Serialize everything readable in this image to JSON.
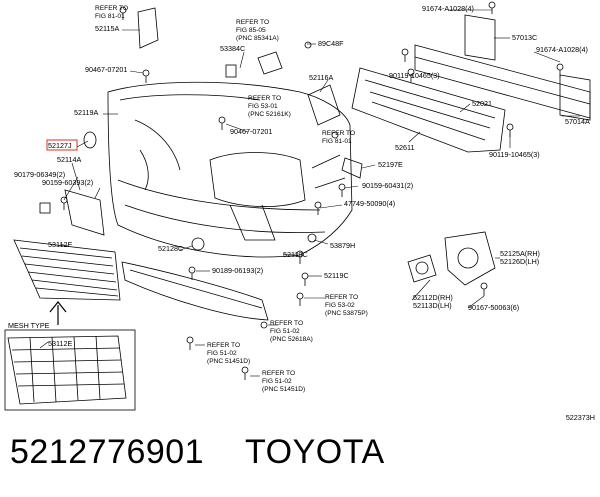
{
  "footer": {
    "part_number": "5212776901",
    "brand": "TOYOTA"
  },
  "diagram_id": "522373H",
  "callouts": [
    {
      "id": "c1",
      "lines": [
        "REFER TO",
        "FIG 81-01"
      ]
    },
    {
      "id": "c2",
      "lines": [
        "52115A"
      ]
    },
    {
      "id": "c3",
      "lines": [
        "REFER TO",
        "FIG 85-05",
        "(PNC 85341A)"
      ]
    },
    {
      "id": "c4",
      "lines": [
        "89C48F"
      ]
    },
    {
      "id": "c5",
      "lines": [
        "91674-A1028(4)"
      ]
    },
    {
      "id": "c6",
      "lines": [
        "57013C"
      ]
    },
    {
      "id": "c7",
      "lines": [
        "53384C"
      ]
    },
    {
      "id": "c8",
      "lines": [
        "91674-A1028(4)"
      ]
    },
    {
      "id": "c9",
      "lines": [
        "90467-07201"
      ]
    },
    {
      "id": "c10",
      "lines": [
        "52116A"
      ]
    },
    {
      "id": "c11",
      "lines": [
        "90119-10465(3)"
      ]
    },
    {
      "id": "c12",
      "lines": [
        "52021"
      ]
    },
    {
      "id": "c13",
      "lines": [
        "REFER TO",
        "FIG 53-01",
        "(PNC 52161K)"
      ]
    },
    {
      "id": "c14",
      "lines": [
        "52119A"
      ]
    },
    {
      "id": "c15",
      "lines": [
        "57014A"
      ]
    },
    {
      "id": "c16",
      "lines": [
        "90467-07201"
      ]
    },
    {
      "id": "c17",
      "lines": [
        "52611"
      ]
    },
    {
      "id": "c18",
      "lines": [
        "REFER TO",
        "FIG 81-01"
      ]
    },
    {
      "id": "c19",
      "lines": [
        "90119-10465(3)"
      ]
    },
    {
      "id": "c20",
      "lines": [
        "52127J"
      ]
    },
    {
      "id": "c21",
      "lines": [
        "52197E"
      ]
    },
    {
      "id": "c22",
      "lines": [
        "52114A"
      ]
    },
    {
      "id": "c23",
      "lines": [
        "90179-06349(2)"
      ]
    },
    {
      "id": "c24",
      "lines": [
        "90159-60393(2)"
      ]
    },
    {
      "id": "c25",
      "lines": [
        "90159-60431(2)"
      ]
    },
    {
      "id": "c26",
      "lines": [
        "47749-50090(4)"
      ]
    },
    {
      "id": "c27",
      "lines": [
        "53112E"
      ]
    },
    {
      "id": "c28",
      "lines": [
        "52128C"
      ]
    },
    {
      "id": "c29",
      "lines": [
        "52119C"
      ]
    },
    {
      "id": "c30",
      "lines": [
        "53879H"
      ]
    },
    {
      "id": "c31",
      "lines": [
        "52125A(RH)",
        "52126D(LH)"
      ]
    },
    {
      "id": "c32",
      "lines": [
        "90189-06193(2)"
      ]
    },
    {
      "id": "c33",
      "lines": [
        "52119C"
      ]
    },
    {
      "id": "c34",
      "lines": [
        "REFER TO",
        "FIG 53-02",
        "(PNC 53875P)"
      ]
    },
    {
      "id": "c35",
      "lines": [
        "52112D(RH)",
        "52113D(LH)"
      ]
    },
    {
      "id": "c36",
      "lines": [
        "90167-50063(6)"
      ]
    },
    {
      "id": "c37",
      "lines": [
        "REFER TO",
        "FIG 51-02",
        "(PNC 52618A)"
      ]
    },
    {
      "id": "c38",
      "lines": [
        "MESH TYPE"
      ]
    },
    {
      "id": "c39",
      "lines": [
        "53112E"
      ]
    },
    {
      "id": "c40",
      "lines": [
        "REFER TO",
        "FIG 51-02",
        "(PNC 51451D)"
      ]
    },
    {
      "id": "c41",
      "lines": [
        "REFER TO",
        "FIG 51-02",
        "(PNC 51451D)"
      ]
    }
  ]
}
